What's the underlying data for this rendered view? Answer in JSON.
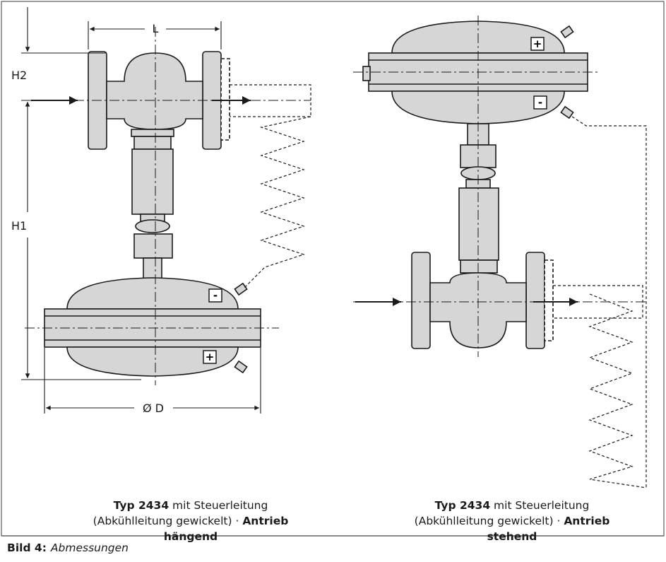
{
  "dimensions": {
    "L": "L",
    "H1": "H1",
    "H2": "H2",
    "D": "Ø D"
  },
  "symbols": {
    "plus": "+",
    "minus": "-"
  },
  "captions": {
    "left": {
      "type": "Typ 2434",
      "mid": " mit Steuerleitung (Abkühlleitung gewi­ckelt) · ",
      "mode": "Antrieb hängend"
    },
    "right": {
      "type": "Typ 2434",
      "mid": " mit Steuerleitung (Abkühlleitung gewi­ckelt) · ",
      "mode": "Antrieb stehend"
    }
  },
  "figure": {
    "label": "Bild 4:",
    "title": "Abmessungen"
  },
  "icons": [
    "flow-arrow-icon",
    "plus-port-icon",
    "minus-port-icon"
  ],
  "colors": {
    "fill": "#d6d6d6",
    "stroke": "#1a1a1a",
    "frame": "#5a5a5a"
  }
}
